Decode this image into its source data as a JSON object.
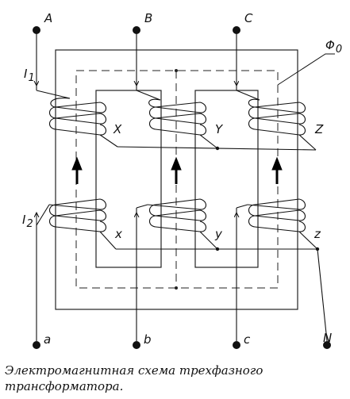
{
  "terminals_top": [
    "A",
    "B",
    "C"
  ],
  "terminals_bottom": [
    "a",
    "b",
    "c",
    "N"
  ],
  "primary_ends": [
    "X",
    "Y",
    "Z"
  ],
  "secondary_ends": [
    "x",
    "y",
    "z"
  ],
  "current_labels": {
    "primary": "I",
    "primary_sub": "1",
    "secondary": "I",
    "secondary_sub": "2"
  },
  "flux_label": {
    "symbol": "Φ",
    "sub": "0"
  },
  "caption": {
    "line1": "Электромагнитная схема трехфазного",
    "line2": "трансформатора."
  }
}
